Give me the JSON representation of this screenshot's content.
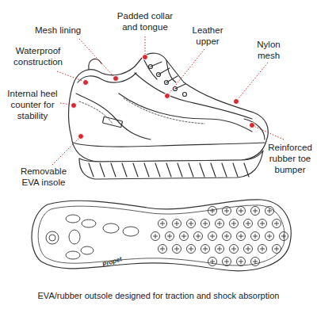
{
  "diagram": {
    "caption": "EVA/rubber outsole designed for traction and shock absorption",
    "labels": [
      "Mesh lining",
      "Padded collar and tongue",
      "Leather upper",
      "Nylon mesh",
      "Waterproof construction",
      "Internal heel counter for stability",
      "Removable EVA insole",
      "Reinforced rubber toe bumper",
      "Propet"
    ]
  }
}
